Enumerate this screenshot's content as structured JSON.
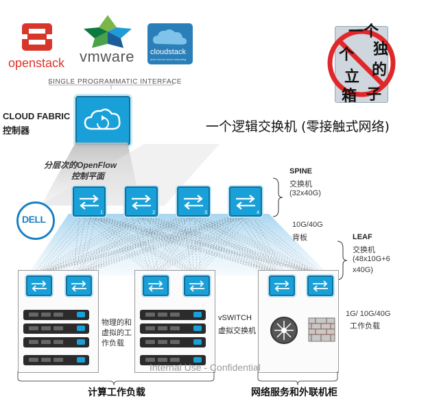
{
  "logos": {
    "openstack": "openstack",
    "vmware": "vmware",
    "cloudstack": "cloudstack",
    "cloudstack_tagline": "open source cloud computing",
    "dell": "DELL"
  },
  "interface_label": "SINGLE PROGRAMMATIC INTERFACE",
  "cloud_fabric": {
    "title": "CLOUD FABRIC",
    "subtitle": "控制器"
  },
  "openflow": {
    "line1": "分层次的OpenFlow",
    "line2": "控制平面"
  },
  "no_box": {
    "c1": "一个",
    "c2": "独",
    "c3": "个",
    "c4": "的",
    "c5": "立",
    "c6": "箱",
    "c7": "子"
  },
  "tagline": "一个逻辑交换机 (零接触式网络)",
  "spine": {
    "title": "SPINE",
    "line1": "交换机",
    "line2": "(32x40G)",
    "switch_numbers": [
      "1",
      "2",
      "3",
      "4"
    ]
  },
  "backplane": {
    "line1": "10G/40G",
    "line2": "背板"
  },
  "leaf": {
    "title": "LEAF",
    "line1": "交换机",
    "line2": "(48x10G+6",
    "line3": "x40G)"
  },
  "workload_label": {
    "l1": "物理的和",
    "l2": "虚拟的工",
    "l3": "作负载"
  },
  "vswitch": {
    "l1": "vSWITCH",
    "l2": "虚拟交换机"
  },
  "workload_speed": {
    "l1": "1G/ 10G/40G",
    "l2": "工作负载"
  },
  "watermark": "Internal Use - Confidential",
  "bottom": {
    "compute": "计算工作负载",
    "network": "网络服务和外联机柜"
  },
  "colors": {
    "accent": "#1aa0d8",
    "dark": "#0f6f9c",
    "openstack_red": "#d9362b",
    "text": "#222222"
  }
}
